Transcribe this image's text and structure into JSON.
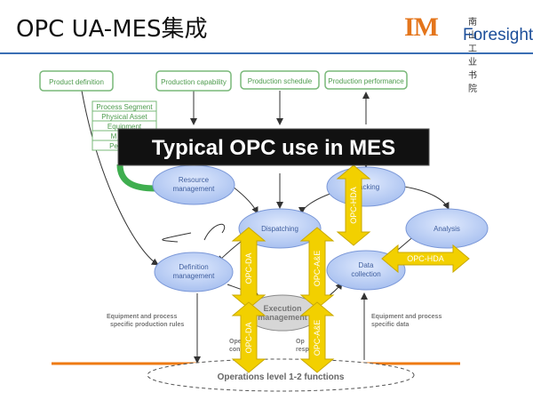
{
  "slide_title": "OPC UA-MES集成",
  "logo": {
    "im": "IM",
    "cn": "南山工业书院",
    "foresight": "Foresight"
  },
  "top_boxes": [
    "Product definition",
    "Production capability",
    "Production schedule",
    "Production performance"
  ],
  "capability_list": [
    "Process Segment",
    "Physical Asset",
    "Equipment",
    "M",
    "Pe"
  ],
  "ovals": {
    "resource": "Resource\nmanagement",
    "tracking": "Tracking",
    "dispatching": "Dispatching",
    "analysis": "Analysis",
    "definition": "Definition\nmanagement",
    "data_collection": "Data\ncollection",
    "execution": "Execution\nmanagement"
  },
  "banner": "Typical OPC use in MES",
  "arrows": {
    "opc_hda_vertical": "OPC-HDA",
    "opc_hda_horizontal": "OPC-HDA",
    "opc_da_upper": "OPC-DA",
    "opc_da_lower": "OPC-DA",
    "opc_ae_upper": "OPC-A&E",
    "opc_ae_lower": "OPC-A&E"
  },
  "side_notes": {
    "left": "Equipment and process\nspecific production rules",
    "right": "Equipment and process\nspecific data"
  },
  "bottom_notes": {
    "left": "Ope\ncon",
    "right": "Op\nresp"
  },
  "operations": "Operations level 1-2 functions",
  "colors": {
    "oval_fill": "#b9cdf5",
    "box_stroke": "#79b879",
    "box_text": "#4d9b4d",
    "arrow": "#f2d000",
    "rule": "#3a6eb3",
    "bottom_line": "#ee7a12"
  }
}
